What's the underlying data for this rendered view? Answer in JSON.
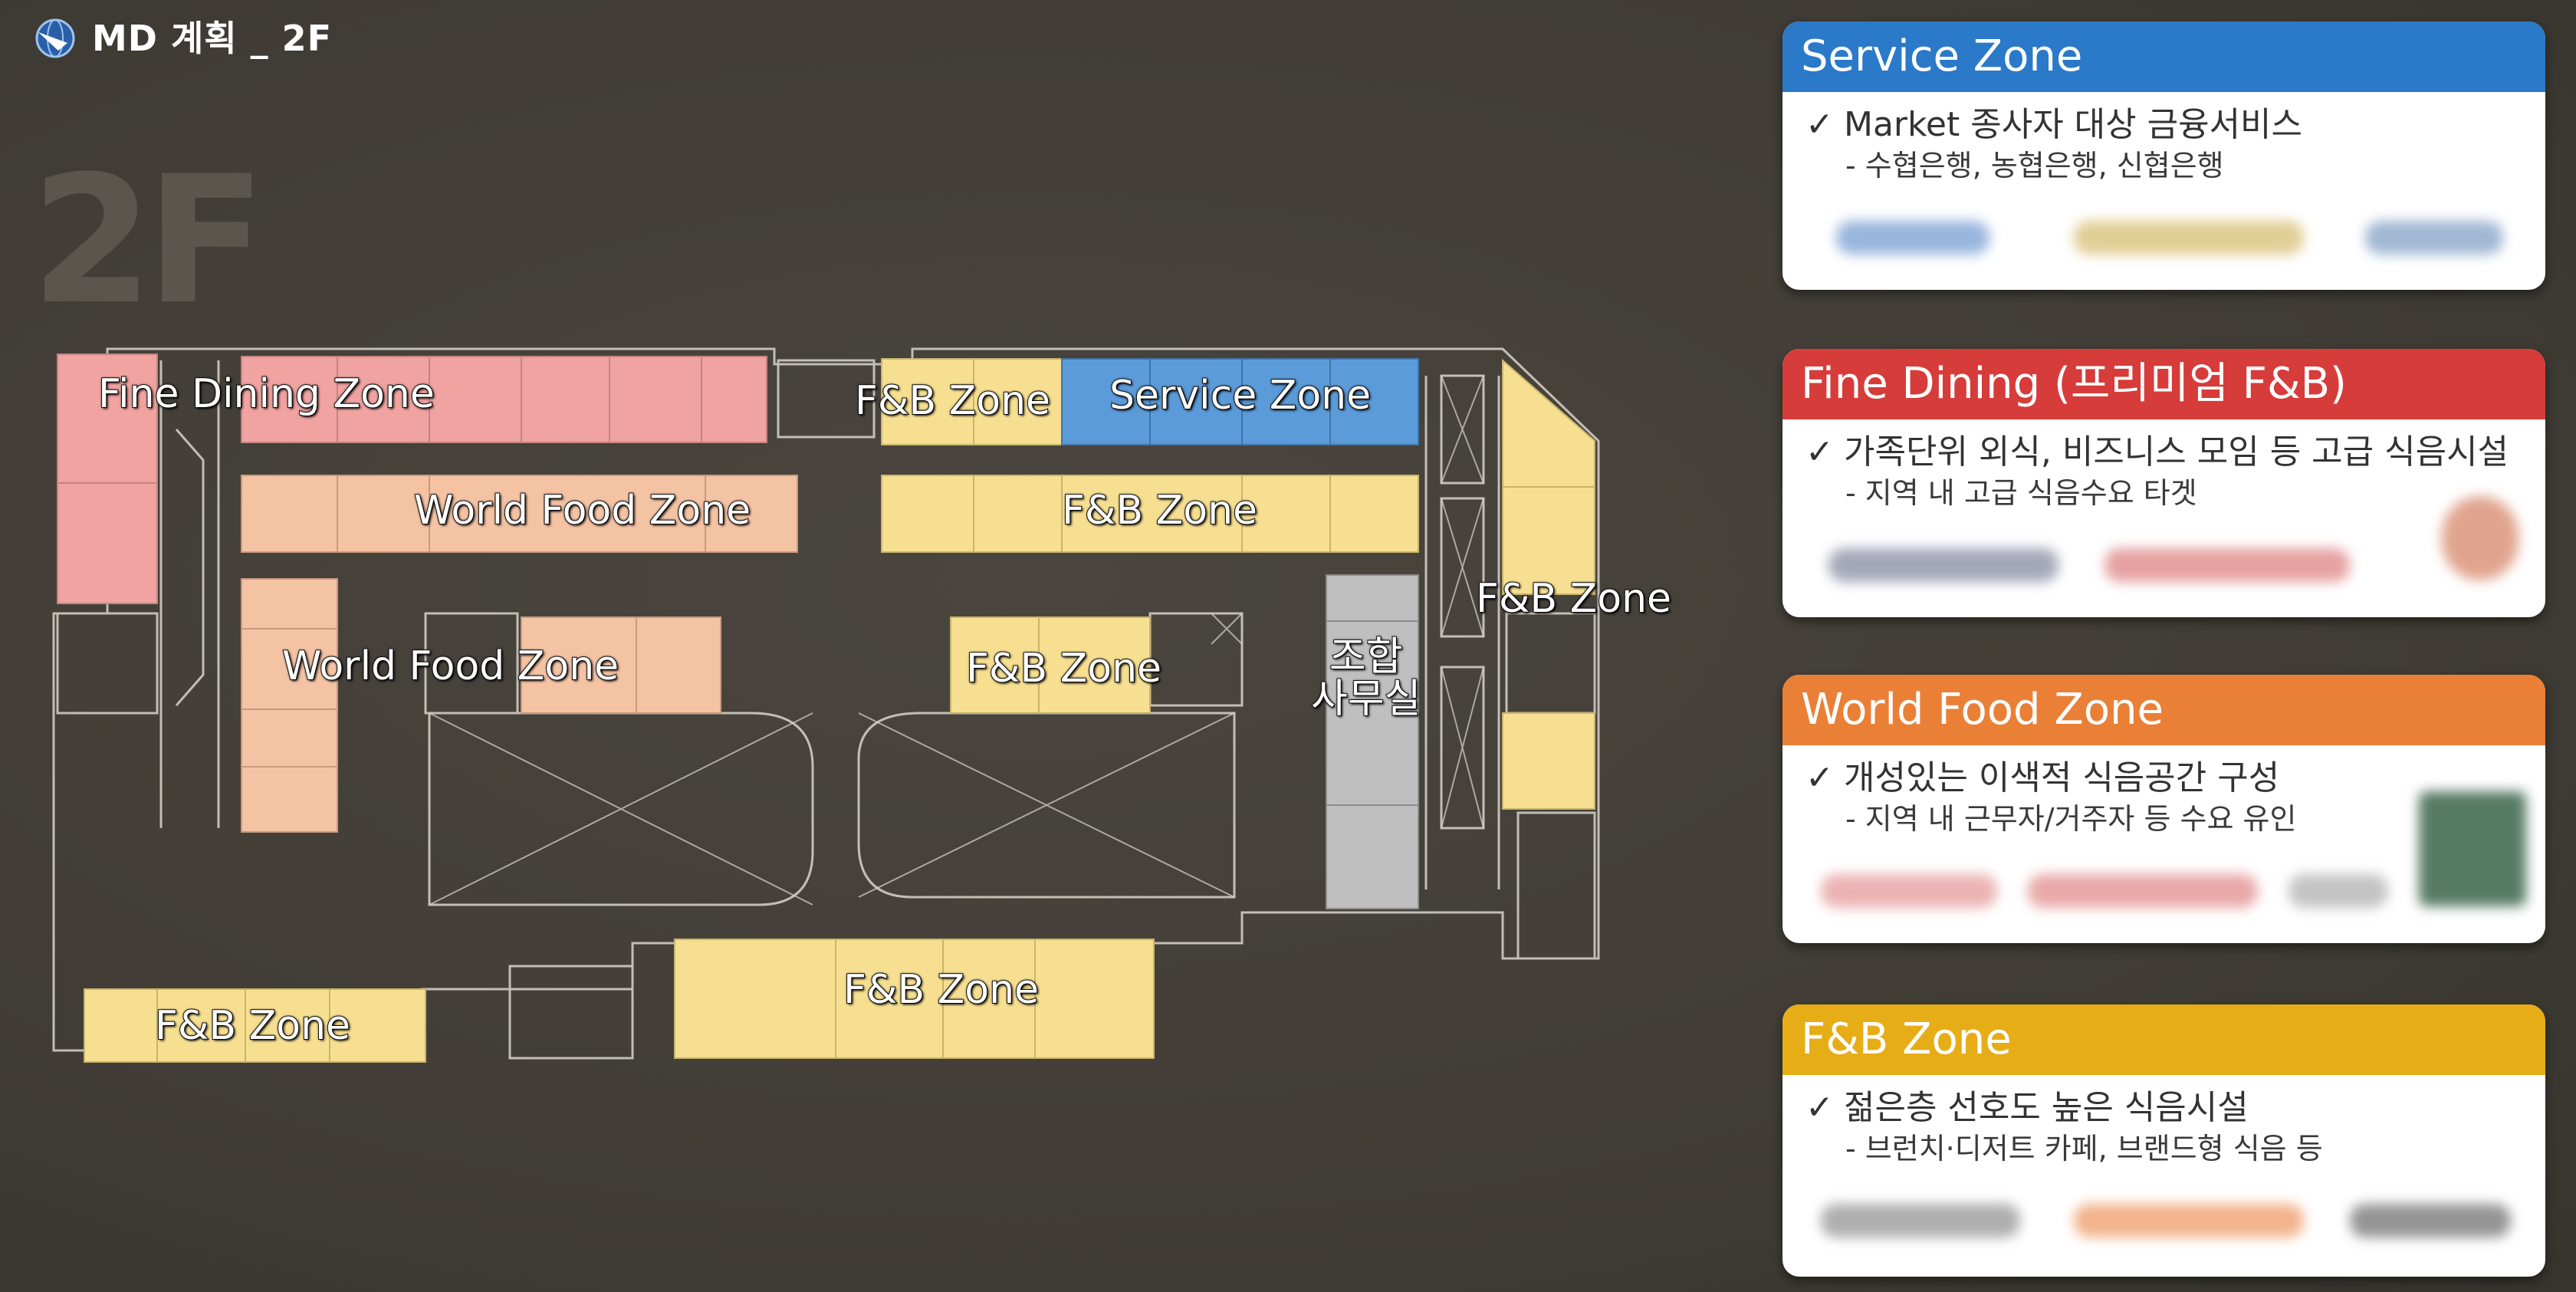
{
  "header": {
    "title": "MD 계획 _ 2F",
    "floor": "2F"
  },
  "zones": {
    "fine_dining": "Fine Dining Zone",
    "world_food_top": "World Food Zone",
    "world_food_mid": "World Food Zone",
    "fnb_top_a": "F&B  Zone",
    "service": "Service Zone",
    "fnb_top_b": "F&B  Zone",
    "fnb_mid": "F&B  Zone",
    "fnb_right": "F&B  Zone",
    "union_office": "조합\n사무실",
    "fnb_bottom_left": "F&B  Zone",
    "fnb_bottom_mid": "F&B  Zone"
  },
  "legend": [
    {
      "title": "Service Zone",
      "color": "#2b79c9",
      "line1": "Market 종사자 대상 금융서비스",
      "line2": "- 수협은행, 농협은행, 신협은행"
    },
    {
      "title": "Fine Dining (프리미엄 F&B)",
      "color": "#d63c3a",
      "line1": "가족단위 외식, 비즈니스 모임 등 고급 식음시설",
      "line2": "- 지역 내 고급 식음수요 타겟"
    },
    {
      "title": "World Food Zone",
      "color": "#ea7f36",
      "line1": "개성있는 이색적 식음공간 구성",
      "line2": "- 지역 내 근무자/거주자 등 수요 유인"
    },
    {
      "title": "F&B Zone",
      "color": "#e6ad17",
      "line1": "젊은층 선호도 높은 식음시설",
      "line2": "- 브런치·디저트 카페, 브랜드형 식음 등"
    }
  ],
  "colors": {
    "fine_dining": "#f0a3a0",
    "world_food": "#f4c3a4",
    "fnb": "#f7df91",
    "service": "#5b9bd9",
    "office": "#bfbfbf",
    "outline": "#d8d4cb"
  },
  "icons": {
    "logo": "globe-arrow-icon",
    "check": "checkmark-icon"
  }
}
